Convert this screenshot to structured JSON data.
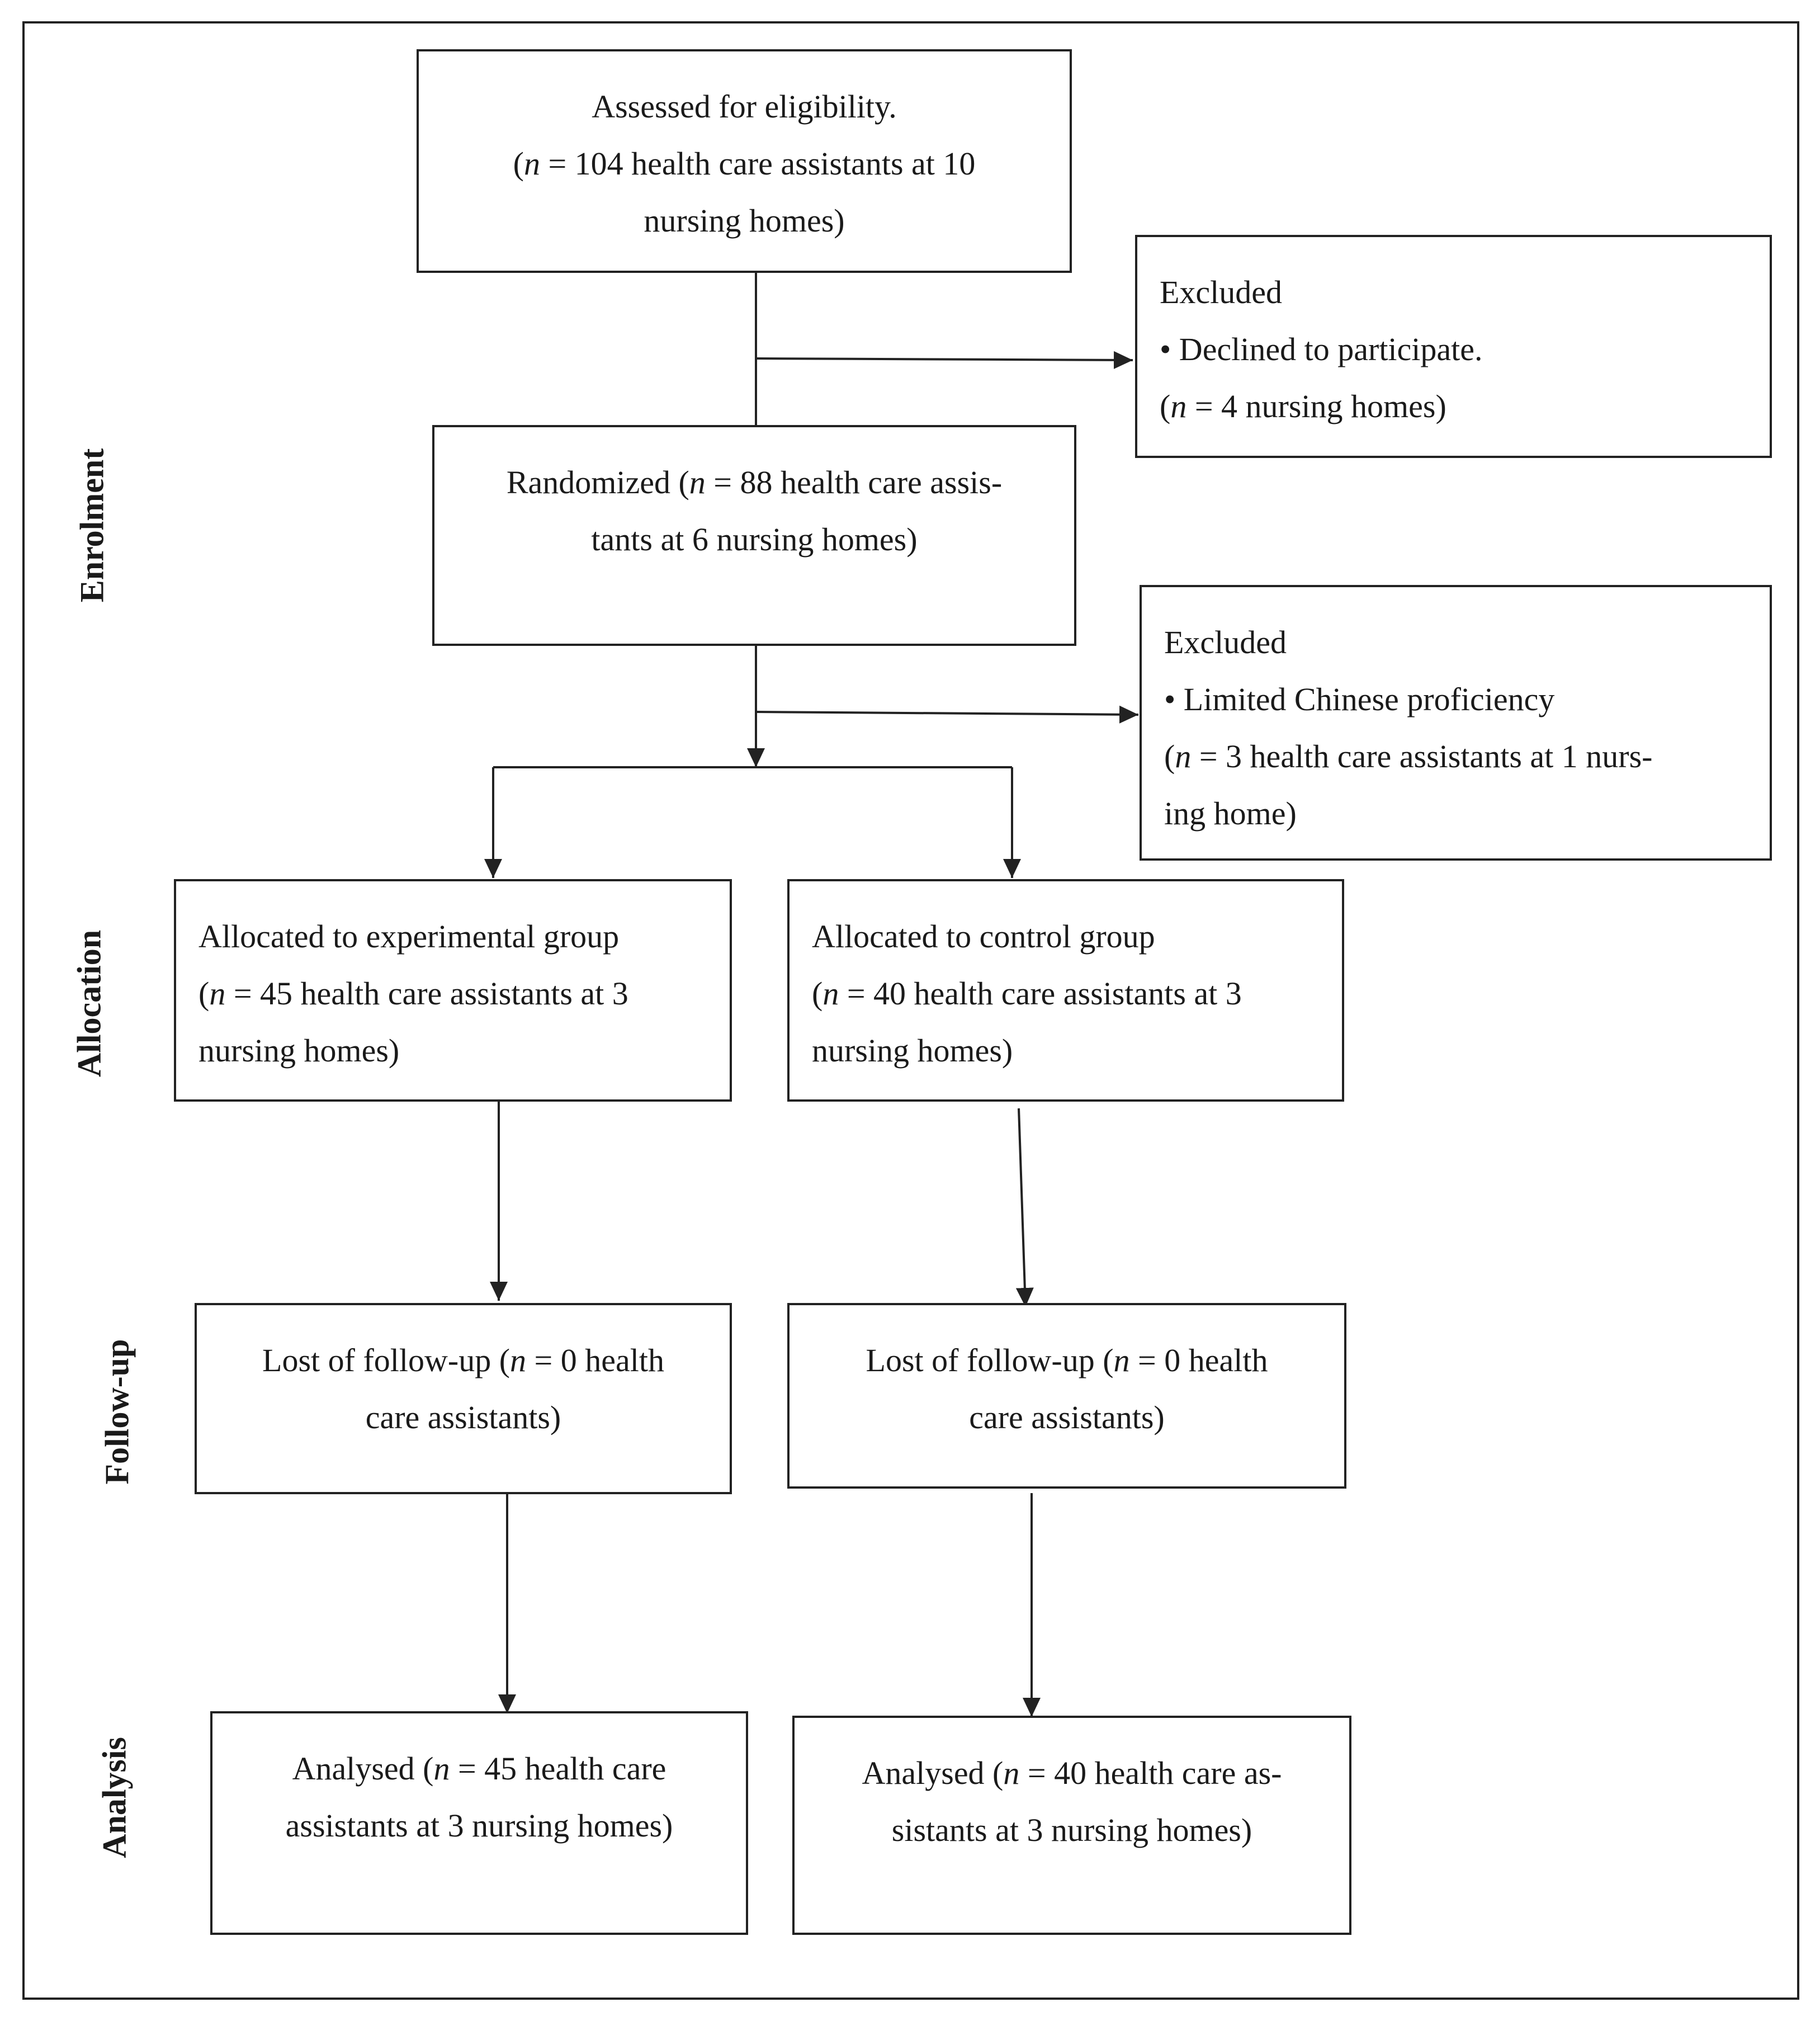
{
  "stages": {
    "enrolment": "Enrolment",
    "allocation": "Allocation",
    "follow_up": "Follow-up",
    "analysis": "Analysis"
  },
  "boxes": {
    "assessed": {
      "line1": "Assessed for eligibility.",
      "line2_open": "(",
      "line2_n": "n",
      "line2_rest": " = 104 health care assistants at 10",
      "line3": "nursing homes)"
    },
    "excluded1": {
      "title": "Excluded",
      "bullet": "• Declined to participate.",
      "count_open": "(",
      "count_n": "n",
      "count_rest": " = 4 nursing homes)"
    },
    "randomized": {
      "line1_pre": "Randomized (",
      "line1_n": "n",
      "line1_rest": " = 88 health care assis-",
      "line2": "tants at 6 nursing homes)"
    },
    "excluded2": {
      "title": "Excluded",
      "bullet": "•  Limited Chinese proficiency",
      "count_open": "(",
      "count_n": "n",
      "count_rest": " = 3 health care assistants at 1 nurs-",
      "count_line2": "ing home)"
    },
    "alloc_exp": {
      "line1": "Allocated to experimental group",
      "line2_open": "(",
      "line2_n": "n",
      "line2_rest": " = 45 health care assistants at 3",
      "line3": "nursing homes)"
    },
    "alloc_ctrl": {
      "line1": "Allocated to control group",
      "line2_open": "(",
      "line2_n": "n",
      "line2_rest": " = 40 health care assistants at 3",
      "line3": "nursing homes)"
    },
    "lost_exp": {
      "line1_pre": "Lost of follow-up  (",
      "line1_n": "n",
      "line1_rest": " = 0 health",
      "line2": "care assistants)"
    },
    "lost_ctrl": {
      "line1_pre": "Lost of follow-up  (",
      "line1_n": "n",
      "line1_rest": " = 0 health",
      "line2": "care assistants)"
    },
    "analysed_exp": {
      "line1_pre": "Analysed (",
      "line1_n": "n",
      "line1_rest": " = 45 health care",
      "line2": "assistants at 3 nursing homes)"
    },
    "analysed_ctrl": {
      "line1_pre": "Analysed (",
      "line1_n": "n",
      "line1_rest": " = 40 health care as-",
      "line2": "sistants at 3 nursing homes)"
    }
  }
}
